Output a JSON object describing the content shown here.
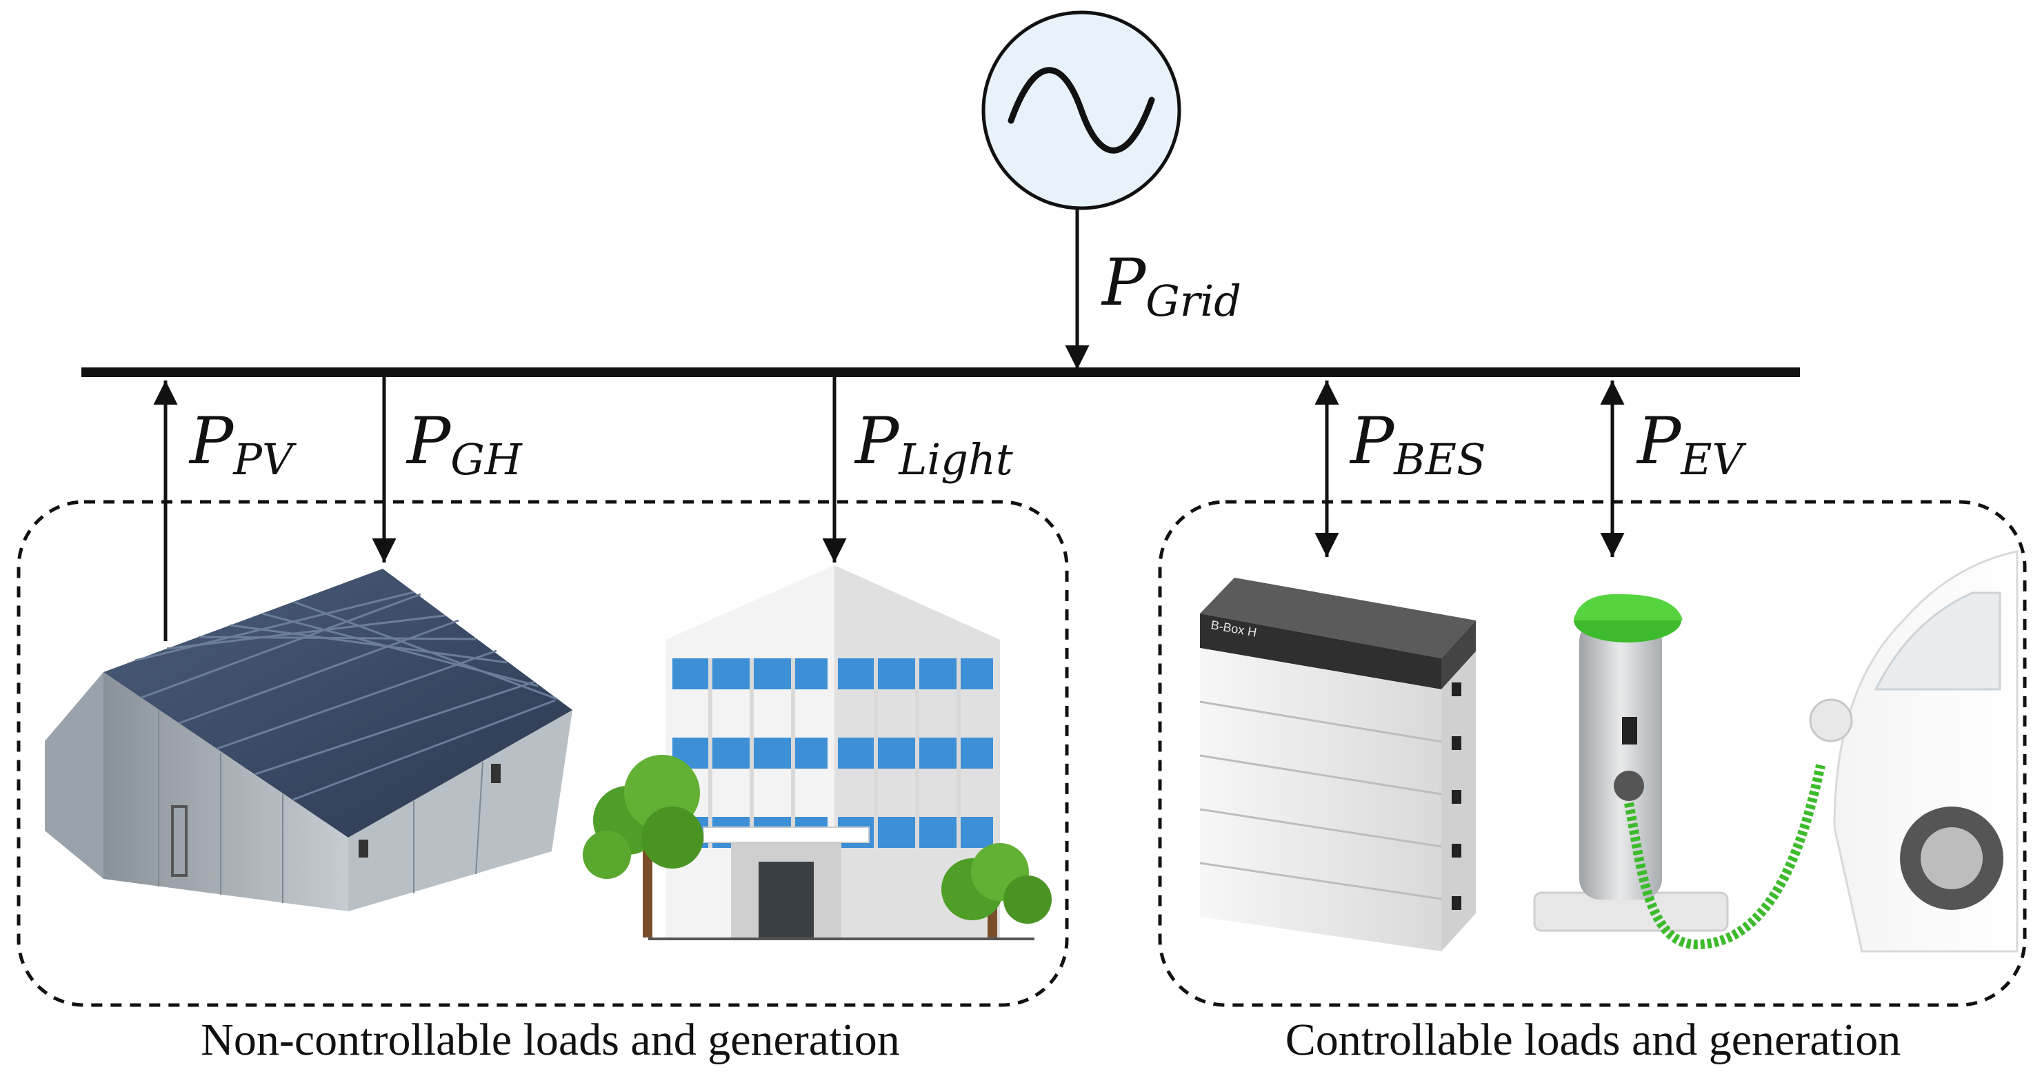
{
  "grid_source": {
    "symbol": "ac-source-icon",
    "label_main": "P",
    "label_sub": "Grid"
  },
  "flows": {
    "pv": {
      "main": "P",
      "sub": "PV"
    },
    "gh": {
      "main": "P",
      "sub": "GH"
    },
    "light": {
      "main": "P",
      "sub": "Light"
    },
    "bes": {
      "main": "P",
      "sub": "BES"
    },
    "ev": {
      "main": "P",
      "sub": "EV"
    }
  },
  "groups": {
    "non_controllable": {
      "caption": "Non-controllable loads and generation"
    },
    "controllable": {
      "caption": "Controllable loads and generation"
    }
  },
  "devices": {
    "battery_brand": "B-Box H"
  },
  "icons": [
    "greenhouse-solar-icon",
    "office-building-icon",
    "battery-storage-icon",
    "ev-charger-icon",
    "electric-car-icon",
    "tree-icon"
  ],
  "colors": {
    "line": "#111111",
    "source_fill": "#e8f2fb",
    "glass_blue": "#3d8fd6",
    "pv_panel": "#3a4a63",
    "charger_green": "#3dbb2c",
    "tree_green": "#4f9e28"
  }
}
